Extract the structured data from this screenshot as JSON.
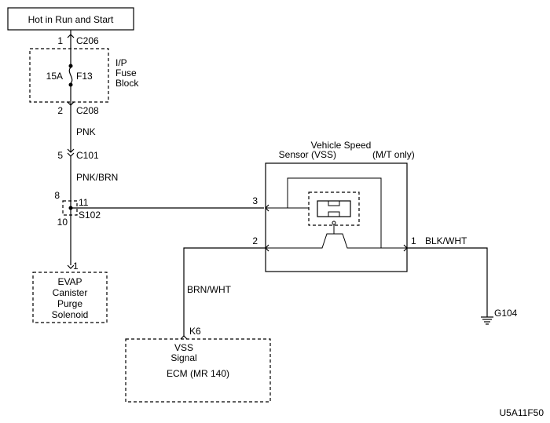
{
  "power": {
    "label": "Hot in Run and Start"
  },
  "connectors": {
    "c206": {
      "pin": "1",
      "name": "C206"
    },
    "c208": {
      "pin": "2",
      "name": "C208"
    },
    "c101": {
      "pin": "5",
      "name": "C101"
    }
  },
  "fuse": {
    "rating": "15A",
    "name": "F13",
    "block": [
      "I/P",
      "Fuse",
      "Block"
    ]
  },
  "wires": {
    "pnk": "PNK",
    "pnk_brn": "PNK/BRN",
    "blk_wht": "BLK/WHT",
    "brn_wht": "BRN/WHT"
  },
  "splice": {
    "name": "S102",
    "pin_top": "8",
    "pin_right": "11",
    "pin_bottom": "10"
  },
  "evap": {
    "pin": "1",
    "label": [
      "EVAP",
      "Canister",
      "Purge",
      "Solenoid"
    ]
  },
  "vss": {
    "title": [
      "Vehicle Speed",
      "Sensor (VSS)"
    ],
    "note": "(M/T only)",
    "pin3": "3",
    "pin2": "2",
    "pin1": "1"
  },
  "ground": {
    "name": "G104"
  },
  "ecm": {
    "pin": "K6",
    "signal": [
      "VSS",
      "Signal"
    ],
    "name": "ECM (MR 140)"
  },
  "figure_id": "U5A11F50"
}
